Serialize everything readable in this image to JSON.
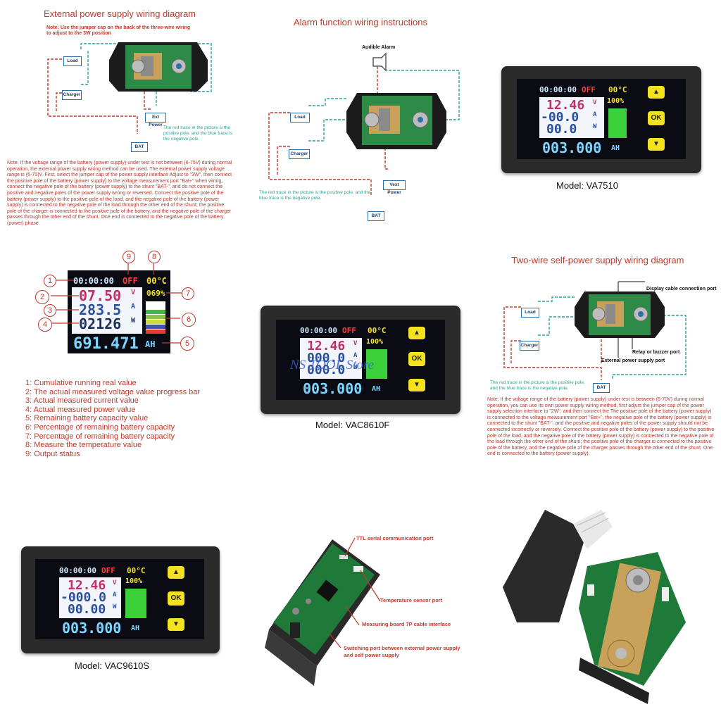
{
  "p1": {
    "title": "External power supply wiring diagram",
    "jumper_note": "Note: Use the jumper cap on the back of the three-wire wiring to adjust to the 3W position",
    "load": "Load",
    "charger": "Charger",
    "ext_power": "Ext Power",
    "bat": "BAT",
    "trace_note": "The red trace in the picture is the positive pole, and the blue trace is the negative pole.",
    "note": "Note: If the voltage range of the battery (power supply) under test is not between (6-75V) during normal operation, the external power supply wiring method can be used. The external power supply voltage range is (6-75)V. First, select the jumper cap of the power supply interface Adjust to \"3W\", then connect the positive pole of the battery (power supply) to the voltage measurement port \"Bat+\" when wiring, connect the negative pole of the battery (power supply) to the shunt \"BAT-\", and do not connect the positive and negative poles of the power supply wrong or reversed. Connect the positive pole of the battery (power supply) to the positive pole of the load, and the negative pole of the battery (power supply) is connected to the negative pole of the load through the other end of the shunt; the positive pole of the charger is connected to the positive pole of the battery, and the negative pole of the charger passes through the other end of the shunt. One end is connected to the negative pole of the battery (power) phase."
  },
  "p2": {
    "title": "Alarm function wiring instructions",
    "alarm": "Audible Alarm",
    "load": "Load",
    "charger": "Charger",
    "vext_power": "Vext Power",
    "bat": "BAT",
    "trace_note": "The red trace in the picture is the positive pole, and the blue trace is the negative pole."
  },
  "p3": {
    "time": "00:00:00",
    "status": "OFF",
    "temp": "00°C",
    "pct": "100%",
    "voltage": "12.46",
    "v_unit": "V",
    "current": "-00.0",
    "a_unit": "A",
    "power": "00.0",
    "w_unit": "W",
    "ah": "003.000",
    "ah_unit": "AH",
    "up": "▲",
    "ok": "OK",
    "down": "▼",
    "model": "Model: VA7510"
  },
  "p4": {
    "time": "00:00:00",
    "status": "OFF",
    "temp": "00°C",
    "pct": "069%",
    "voltage": "07.50",
    "v_unit": "V",
    "current": "283.5",
    "a_unit": "A",
    "power": "02126",
    "w_unit": "W",
    "ah": "691.471",
    "ah_unit": "AH",
    "n1": "1",
    "n2": "2",
    "n3": "3",
    "n4": "4",
    "n5": "5",
    "n6": "6",
    "n7": "7",
    "n8": "8",
    "n9": "9",
    "legend": [
      "1: Cumulative running real value",
      "2: The actual measured voltage value progress bar",
      "3: Actual measured current value",
      "4: Actual measured power value",
      "5: Remaining battery capacity value",
      "6: Percentage of remaining battery capacity",
      "7: Percentage of remaining battery capacity",
      "8: Measure the temperature value",
      "9: Output status"
    ]
  },
  "p5": {
    "time": "00:00:00",
    "status": "OFF",
    "temp": "00°C",
    "pct": "100%",
    "voltage": "12.46",
    "v_unit": "V",
    "current": "000.0",
    "a_unit": "A",
    "power": "000.0",
    "w_unit": "W",
    "ah": "003.000",
    "ah_unit": "AH",
    "up": "▲",
    "ok": "OK",
    "down": "▼",
    "watermark": "NS TOOL Store",
    "model": "Model: VAC8610F"
  },
  "p6": {
    "title": "Two-wire self-power supply wiring diagram",
    "display_port": "Display cable connection port",
    "relay_port": "Relay or buzzer port",
    "ext_port": "External power supply port",
    "load": "Load",
    "charger": "Charger",
    "bat": "BAT",
    "trace_note": "The red trace in the picture is the positive pole, and the blue trace is the negative pole.",
    "note": "Note: If the voltage range of the battery (power supply) under test is between (6-70V) during normal operation, you can use its own power supply wiring method, first adjust the jumper cap of the power supply selection interface to \"2W\", and then connect the The positive pole of the battery (power supply) is connected to the voltage measurement port \"Bat+\", the negative pole of the battery (power supply) is connected to the shunt \"BAT-\", and the positive and negative poles of the power supply should not be connected incorrectly or reversely. Connect the positive pole of the battery (power supply) to the positive pole of the load, and the negative pole of the battery (power supply) is connected to the negative pole of the load through the other end of the shunt; the positive pole of the charger is connected to the positive pole of the battery, and the negative pole of the charger passes through the other end of the shunt. One end is connected to the battery (power supply)."
  },
  "p7": {
    "time": "00:00:00",
    "status": "OFF",
    "temp": "00°C",
    "pct": "100%",
    "voltage": "12.46",
    "v_unit": "V",
    "current": "-000.0",
    "a_unit": "A",
    "power": "00.00",
    "w_unit": "W",
    "ah": "003.000",
    "ah_unit": "AH",
    "up": "▲",
    "ok": "OK",
    "down": "▼",
    "model": "Model: VAC9610S"
  },
  "p8": {
    "ttl": "TTL serial communication port",
    "temp_port": "Temperature sensor port",
    "cable": "Measuring board 7P cable interface",
    "switch_port": "Switching port between external power supply and self power supply"
  },
  "colors": {
    "red": "#c0392b",
    "teal": "#2aa198",
    "pcb": "#1f7a3a",
    "lcd_bg": "#0b0b14",
    "yellow_btn": "#f5e21f"
  }
}
